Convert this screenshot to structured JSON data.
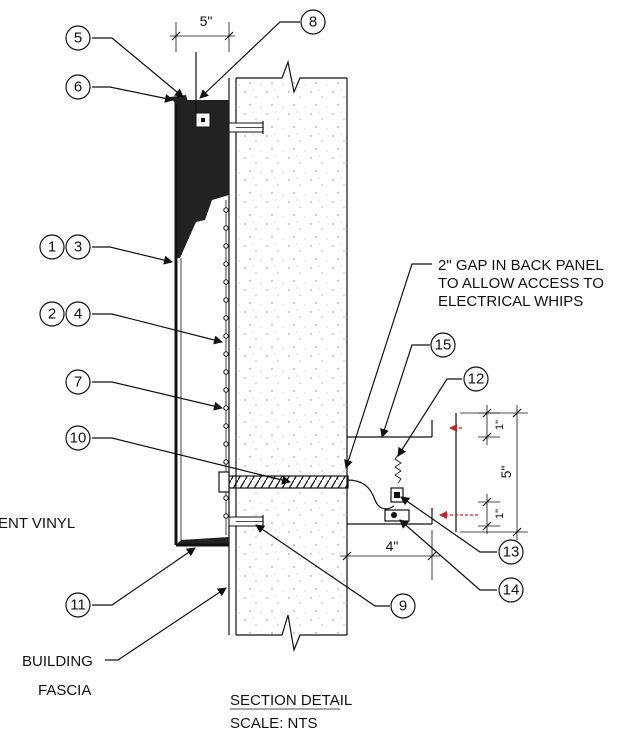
{
  "dimensions": {
    "top_width": "5\"",
    "standoff": "4\"",
    "box_height": "5\"",
    "upper_offset": "1\"",
    "lower_offset": "1\""
  },
  "callouts": [
    "1",
    "2",
    "3",
    "4",
    "5",
    "6",
    "7",
    "8",
    "9",
    "10",
    "11",
    "12",
    "13",
    "14",
    "15"
  ],
  "notes": {
    "gap_line1": "2\" GAP IN BACK PANEL",
    "gap_line2": "TO ALLOW ACCESS TO",
    "gap_line3": "ELECTRICAL WHIPS",
    "vinyl": "ENT VINYL",
    "fascia_line1": "BUILDING",
    "fascia_line2": "FASCIA"
  },
  "title": {
    "main": "SECTION DETAIL",
    "scale": "SCALE:  NTS"
  },
  "colors": {
    "line": "#111111",
    "fill_dark": "#222222",
    "arrow_red": "#cc2222"
  }
}
